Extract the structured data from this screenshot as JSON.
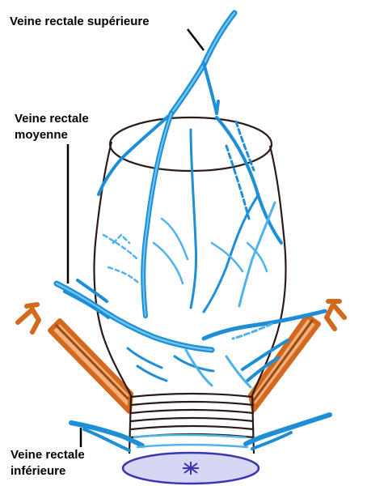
{
  "labels": {
    "superieure": "Veine rectale supérieure",
    "moyenne_line1": "Veine rectale",
    "moyenne_line2": "moyenne",
    "inferieure_line1": "Veine rectale",
    "inferieure_line2": "inférieure"
  },
  "colors": {
    "vein": "#1e8fd6",
    "vein_light": "#4fb3ea",
    "outline": "#2a1a1a",
    "muscle": "#d2691e",
    "muscle_dark": "#9a4a12",
    "anus_fill": "#c9c9ef",
    "anus_stroke": "#3a34b0",
    "leader": "#000000"
  }
}
